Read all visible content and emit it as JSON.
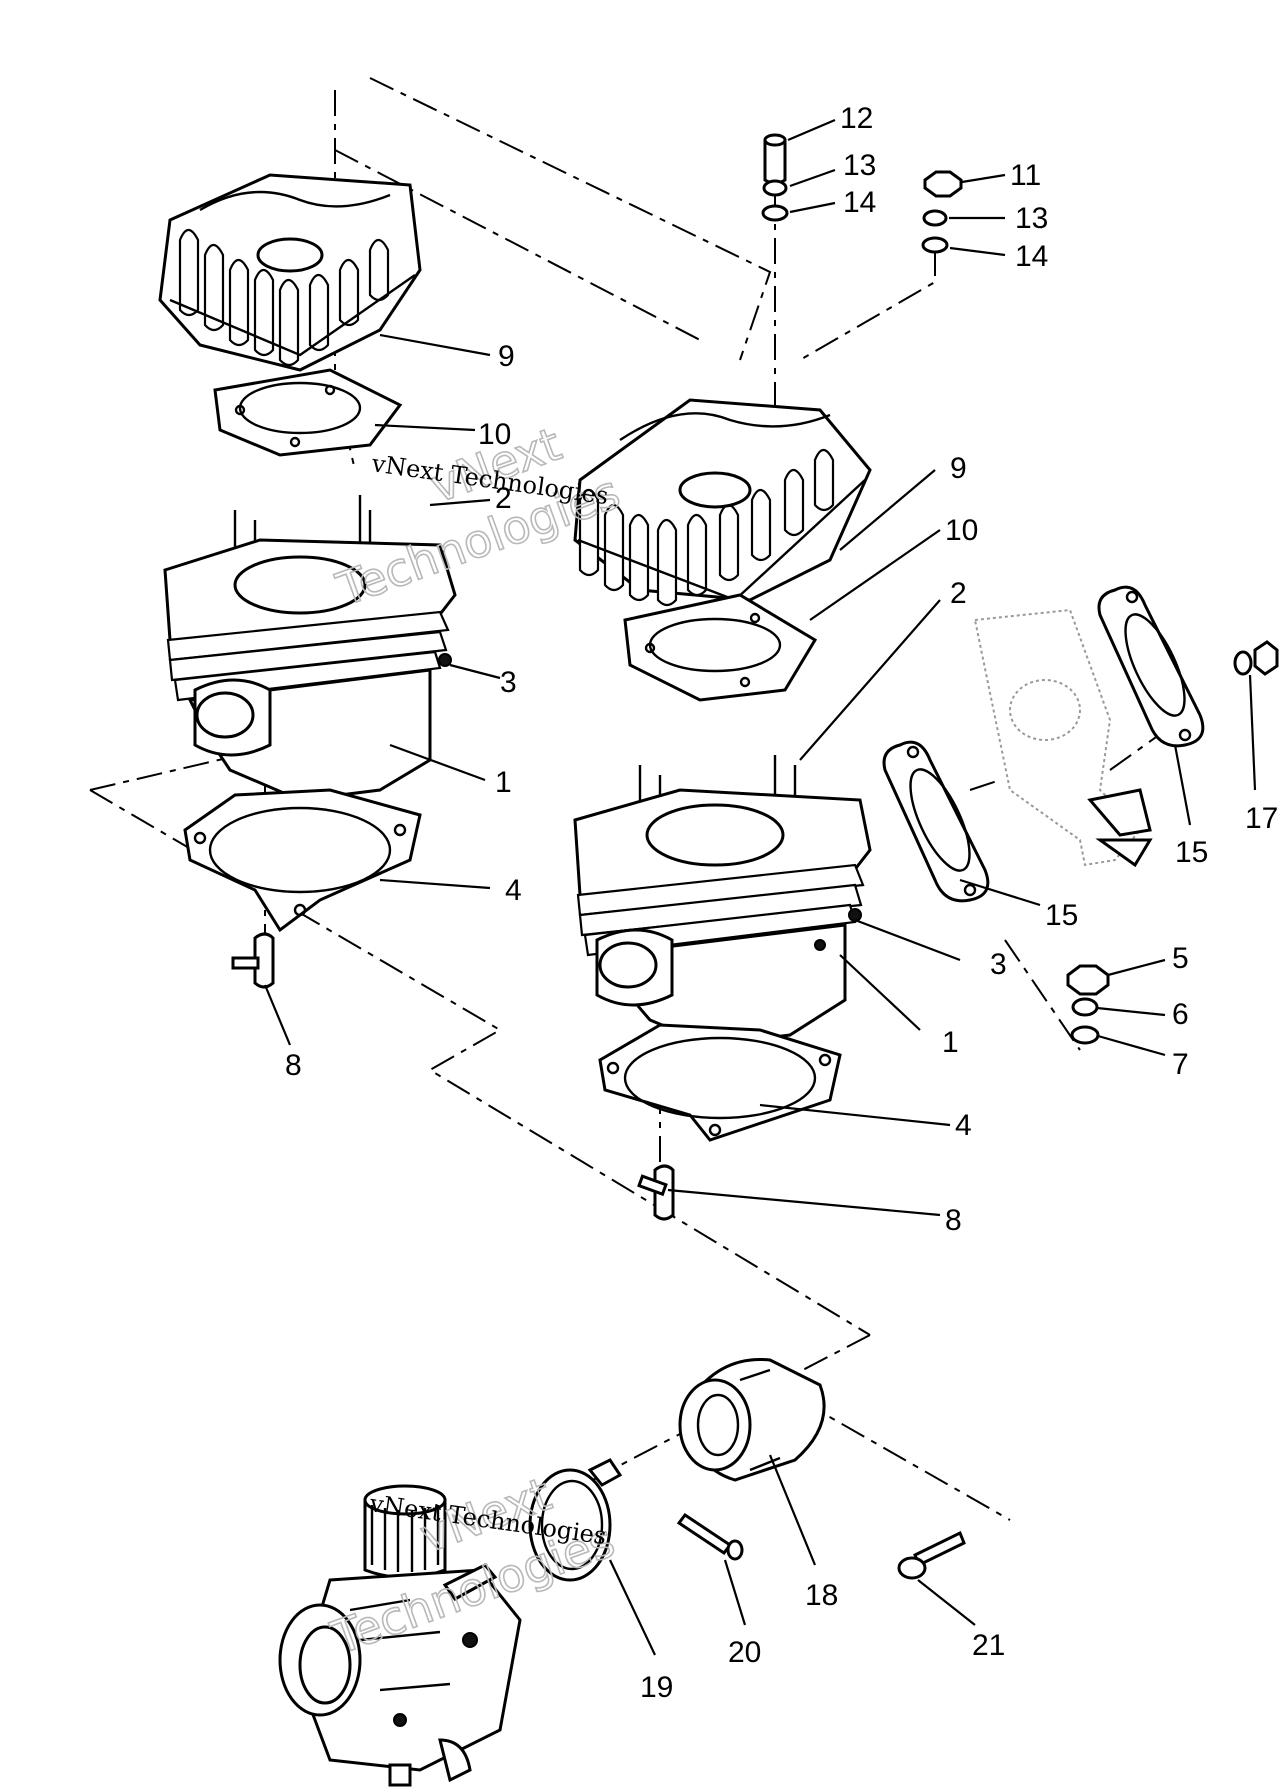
{
  "watermarks": [
    {
      "big": "vNext",
      "big2": "Technologies",
      "small": "vNext Technologies"
    },
    {
      "big": "vNext",
      "big2": "Technologies",
      "small": "vNext Technologies"
    }
  ],
  "callouts": {
    "c12": "12",
    "c13a": "13",
    "c14a": "14",
    "c11": "11",
    "c13b": "13",
    "c14b": "14",
    "c9a": "9",
    "c10a": "10",
    "c2a": "2",
    "c3a": "3",
    "c1a": "1",
    "c4a": "4",
    "c8a": "8",
    "c9b": "9",
    "c10b": "10",
    "c2b": "2",
    "c3b": "3",
    "c1b": "1",
    "c4b": "4",
    "c8b": "8",
    "c15a": "15",
    "c15b": "15",
    "c17": "17",
    "c5": "5",
    "c6": "6",
    "c7": "7",
    "c18": "18",
    "c19": "19",
    "c20": "20",
    "c21": "21"
  }
}
